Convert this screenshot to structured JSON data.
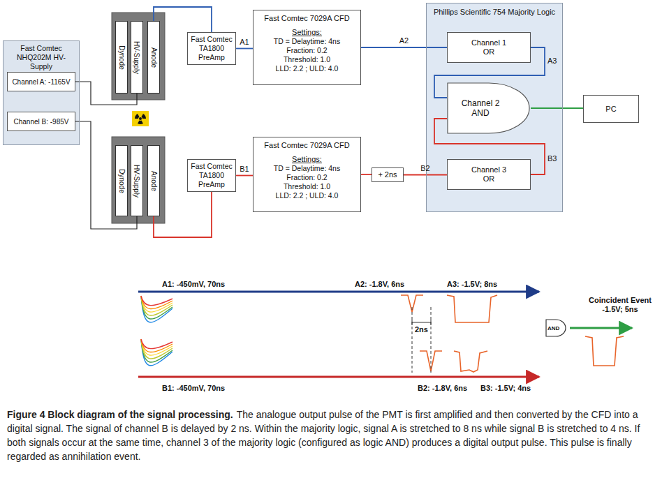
{
  "diagram": {
    "title": "Figure 4 Block diagram of the signal processing.",
    "caption": "The analogue output pulse of the PMT is first amplified and then converted by the CFD into a digital signal. The signal of channel B is delayed by 2 ns. Within the majority logic, signal A is stretched to 8 ns while signal B is stretched to 4 ns. If both signals occur at the same time, channel 3 of the majority logic (configured as logic AND) produces a digital output pulse. This pulse is finally regarded as annihilation event.",
    "nodes": [
      {
        "text": [
          "Fast Comtec NHQ202M HV-Supply"
        ]
      },
      {
        "text": [
          "Channel A: -1165V"
        ],
        "in": 0
      },
      {
        "text": [
          "Channel B: -985V"
        ],
        "in": 0
      },
      {
        "text": [
          "Dynode"
        ]
      },
      {
        "text": [
          "HV-Supply"
        ]
      },
      {
        "text": [
          "Anode"
        ]
      },
      {
        "text": [
          "Fast Comtec TA1800 PreAmp"
        ]
      },
      {
        "text": [
          "Fast Comtec 7029A CFD",
          "Settings:",
          "TD = Delaytime: 4ns",
          "Fraction: 0.2",
          "Threshold: 1.0",
          "LLD: 2.2 ; ULD: 4.0"
        ]
      },
      {
        "text": [
          "Phillips Scientific 754 Majority Logic"
        ]
      },
      {
        "text": [
          "Channel 1 OR"
        ],
        "in": 8
      },
      {
        "text": [
          "Channel 2 AND"
        ],
        "in": 8
      },
      {
        "text": [
          "Channel 3 OR"
        ],
        "in": 8
      },
      {
        "text": [
          "PC"
        ]
      },
      {
        "text": [
          "Dynode"
        ]
      },
      {
        "text": [
          "HV-Supply"
        ]
      },
      {
        "text": [
          "Anode"
        ]
      },
      {
        "text": [
          "Fast Comtec TA1800 PreAmp"
        ]
      },
      {
        "text": [
          "Fast Comtec 7029A CFD",
          "Settings:",
          "TD = Delaytime: 4ns",
          "Fraction: 0.2",
          "Threshold: 1.0",
          "LLD: 2.2 ; ULD: 4.0"
        ]
      },
      {
        "text": [
          "+ 2ns"
        ]
      }
    ],
    "edges": [
      {
        "from": 1,
        "to": 4,
        "arrow": "none"
      },
      {
        "from": 2,
        "to": 14,
        "arrow": "none"
      },
      {
        "from": 5,
        "to": 6,
        "arrow": "none"
      },
      {
        "from": 15,
        "to": 16,
        "arrow": "none"
      },
      {
        "from": 6,
        "to": 7,
        "label": "A1",
        "arrow": "none"
      },
      {
        "from": 16,
        "to": 17,
        "label": "B1",
        "arrow": "none"
      },
      {
        "from": 7,
        "to": 9,
        "label": "A2",
        "arrow": "none"
      },
      {
        "from": 17,
        "to": 18,
        "arrow": "none"
      },
      {
        "from": 18,
        "to": 11,
        "label": "B2",
        "arrow": "none"
      },
      {
        "from": 9,
        "to": 10,
        "label": "A3",
        "arrow": "none"
      },
      {
        "from": 11,
        "to": 10,
        "label": "B3",
        "arrow": "none"
      },
      {
        "from": 10,
        "to": 12,
        "arrow": "none"
      }
    ],
    "labels": [
      "A1: -450mV, 70ns",
      "A2: -1.8V, 6ns",
      "A3: -1.5V; 8ns",
      "Coincident Event -1.5V; 5ns",
      "AND",
      "2ns",
      "B1: -450mV, 70ns",
      "B2: -1.8V, 6ns",
      "B3: -1.5V; 4ns"
    ]
  }
}
